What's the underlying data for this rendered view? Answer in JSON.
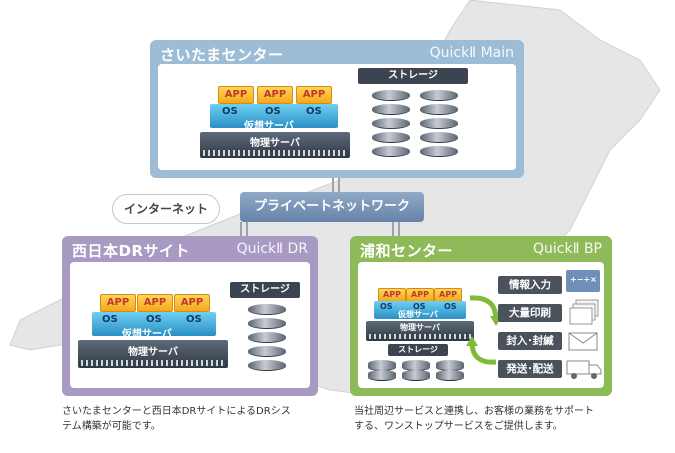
{
  "colors": {
    "saitama_panel": "#9dbcd6",
    "dr_panel": "#a89ac2",
    "bp_panel": "#8fba5a",
    "network_pill": "#6f8cb0"
  },
  "saitama": {
    "title": "さいたまセンター",
    "brand": "QuickⅡ Main",
    "app_label": "APP",
    "os_label": "OS",
    "virtual_label": "仮想サーバ",
    "physical_label": "物理サーバ",
    "storage_label": "ストレージ"
  },
  "network": {
    "internet_label": "インターネット",
    "private_label": "プライベートネットワーク"
  },
  "dr": {
    "title": "西日本DRサイト",
    "brand": "QuickⅡ DR",
    "app_label": "APP",
    "os_label": "OS",
    "virtual_label": "仮想サーバ",
    "physical_label": "物理サーバ",
    "storage_label": "ストレージ"
  },
  "bp": {
    "title": "浦和センター",
    "brand": "QuickⅡ BP",
    "app_label": "APP",
    "os_label": "OS",
    "virtual_label": "仮想サーバ",
    "physical_label": "物理サーバ",
    "storage_label": "ストレージ",
    "services": [
      "情報入力",
      "大量印刷",
      "封入･封緘",
      "発送･配送"
    ],
    "calc_glyph": "+−÷×"
  },
  "captions": {
    "left_line1": "さいたまセンターと西日本DRサイトによるDRシス",
    "left_line2": "テム構築が可能です。",
    "right_line1": "当社周辺サービスと連携し、お客様の業務をサポート",
    "right_line2": "する、ワンストップサービスをご提供します。"
  }
}
